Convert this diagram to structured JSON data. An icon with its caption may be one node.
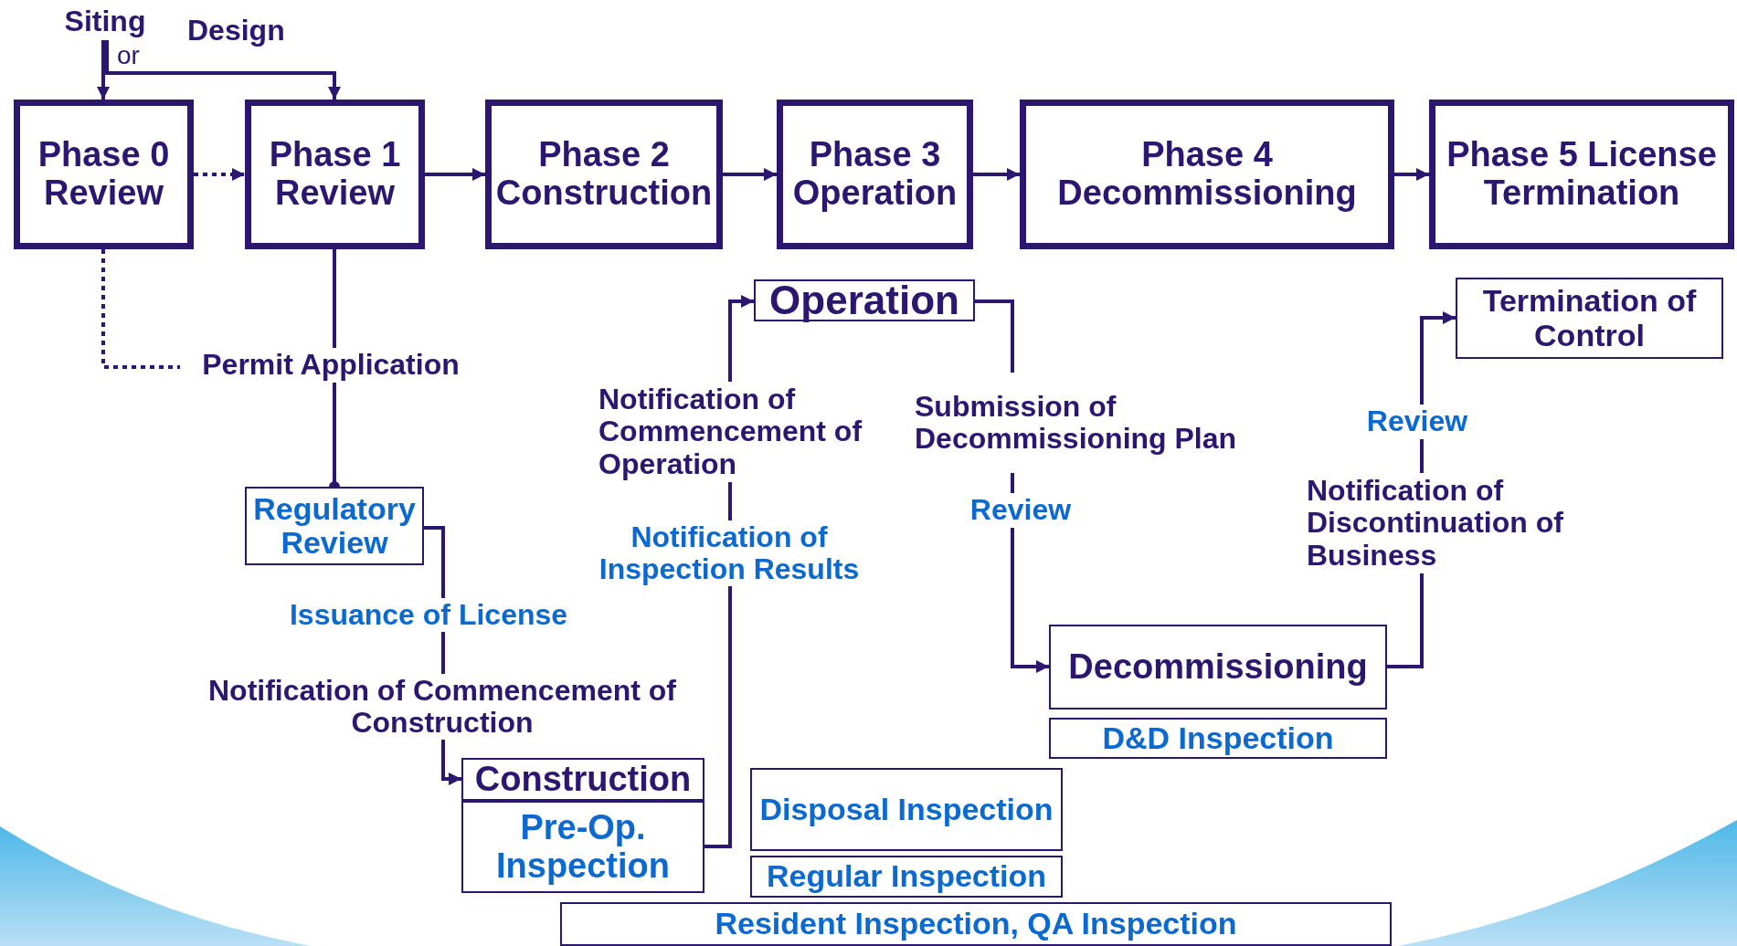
{
  "diagram": {
    "nodes": [
      {
        "text": [
          "Phase 0 Review"
        ]
      },
      {
        "text": [
          "Phase 1 Review"
        ]
      },
      {
        "text": [
          "Phase 2 Construction"
        ]
      },
      {
        "text": [
          "Phase 3 Operation"
        ]
      },
      {
        "text": [
          "Phase 4 Decommissioning"
        ]
      },
      {
        "text": [
          "Phase 5 License Termination"
        ]
      },
      {
        "text": [
          "Siting"
        ]
      },
      {
        "text": [
          "Permit Application"
        ]
      },
      {
        "text": [
          "Regulatory Review"
        ]
      },
      {
        "text": [
          "Issuance of License"
        ]
      },
      {
        "text": [
          "Notification of Commencement of Construction"
        ]
      },
      {
        "text": [
          "Construction"
        ]
      },
      {
        "text": [
          "Pre-Op. Inspection"
        ]
      },
      {
        "text": [
          "Notification of Inspection Results"
        ]
      },
      {
        "text": [
          "Notification of Commencement of Operation"
        ]
      },
      {
        "text": [
          "Operation"
        ]
      },
      {
        "text": [
          "Submission of Decommissioning Plan"
        ]
      },
      {
        "text": [
          "Review"
        ]
      },
      {
        "text": [
          "Decommissioning"
        ]
      },
      {
        "text": [
          "D&D Inspection"
        ]
      },
      {
        "text": [
          "Notification of Discontinuation of Business"
        ]
      },
      {
        "text": [
          "Review"
        ]
      },
      {
        "text": [
          "Termination of Control"
        ]
      },
      {
        "text": [
          "Disposal Inspection"
        ]
      },
      {
        "text": [
          "Regular Inspection"
        ]
      },
      {
        "text": [
          "Resident Inspection, QA Inspection"
        ]
      }
    ],
    "edges": [
      {
        "from": 6,
        "to": 0,
        "arrow": "to"
      },
      {
        "from": 6,
        "to": 1,
        "arrow": "to",
        "label": "Design"
      },
      {
        "from": 0,
        "to": 1,
        "arrow": "to",
        "style": "dashed"
      },
      {
        "from": 1,
        "to": 2,
        "arrow": "to"
      },
      {
        "from": 2,
        "to": 3,
        "arrow": "to"
      },
      {
        "from": 3,
        "to": 4,
        "arrow": "to"
      },
      {
        "from": 4,
        "to": 5,
        "arrow": "to"
      },
      {
        "from": 0,
        "to": 7,
        "arrow": "none",
        "style": "dashed"
      },
      {
        "from": 1,
        "to": 7,
        "arrow": "none"
      },
      {
        "from": 7,
        "to": 8,
        "arrow": "other"
      },
      {
        "from": 8,
        "to": 9,
        "arrow": "none"
      },
      {
        "from": 9,
        "to": 10,
        "arrow": "none"
      },
      {
        "from": 10,
        "to": 11,
        "arrow": "to"
      },
      {
        "from": 12,
        "to": 13,
        "arrow": "none"
      },
      {
        "from": 13,
        "to": 14,
        "arrow": "none"
      },
      {
        "from": 14,
        "to": 15,
        "arrow": "to"
      },
      {
        "from": 15,
        "to": 16,
        "arrow": "none"
      },
      {
        "from": 16,
        "to": 17,
        "arrow": "none"
      },
      {
        "from": 17,
        "to": 18,
        "arrow": "to"
      },
      {
        "from": 18,
        "to": 20,
        "arrow": "none"
      },
      {
        "from": 20,
        "to": 21,
        "arrow": "none"
      },
      {
        "from": 21,
        "to": 22,
        "arrow": "to"
      }
    ],
    "labels": [
      "or"
    ]
  }
}
